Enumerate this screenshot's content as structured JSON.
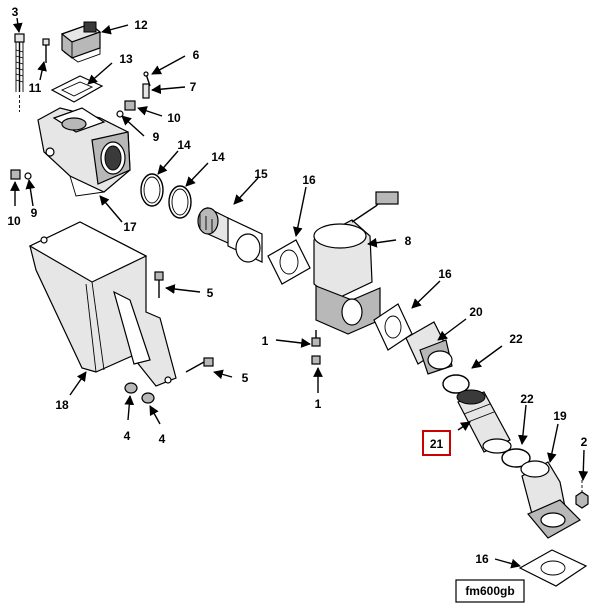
{
  "figure_id": "fm600gb",
  "highlight_color": "#cc0000",
  "callouts": [
    {
      "label": "3"
    },
    {
      "label": "12"
    },
    {
      "label": "11"
    },
    {
      "label": "13"
    },
    {
      "label": "6"
    },
    {
      "label": "7"
    },
    {
      "label": "10"
    },
    {
      "label": "9"
    },
    {
      "label": "14"
    },
    {
      "label": "14"
    },
    {
      "label": "10"
    },
    {
      "label": "9"
    },
    {
      "label": "17"
    },
    {
      "label": "15"
    },
    {
      "label": "16"
    },
    {
      "label": "8"
    },
    {
      "label": "5"
    },
    {
      "label": "16"
    },
    {
      "label": "1"
    },
    {
      "label": "20"
    },
    {
      "label": "1"
    },
    {
      "label": "5"
    },
    {
      "label": "22"
    },
    {
      "label": "18"
    },
    {
      "label": "22"
    },
    {
      "label": "4"
    },
    {
      "label": "4"
    },
    {
      "label": "19"
    },
    {
      "label": "21"
    },
    {
      "label": "2"
    },
    {
      "label": "16"
    }
  ],
  "highlighted_callout": "21"
}
